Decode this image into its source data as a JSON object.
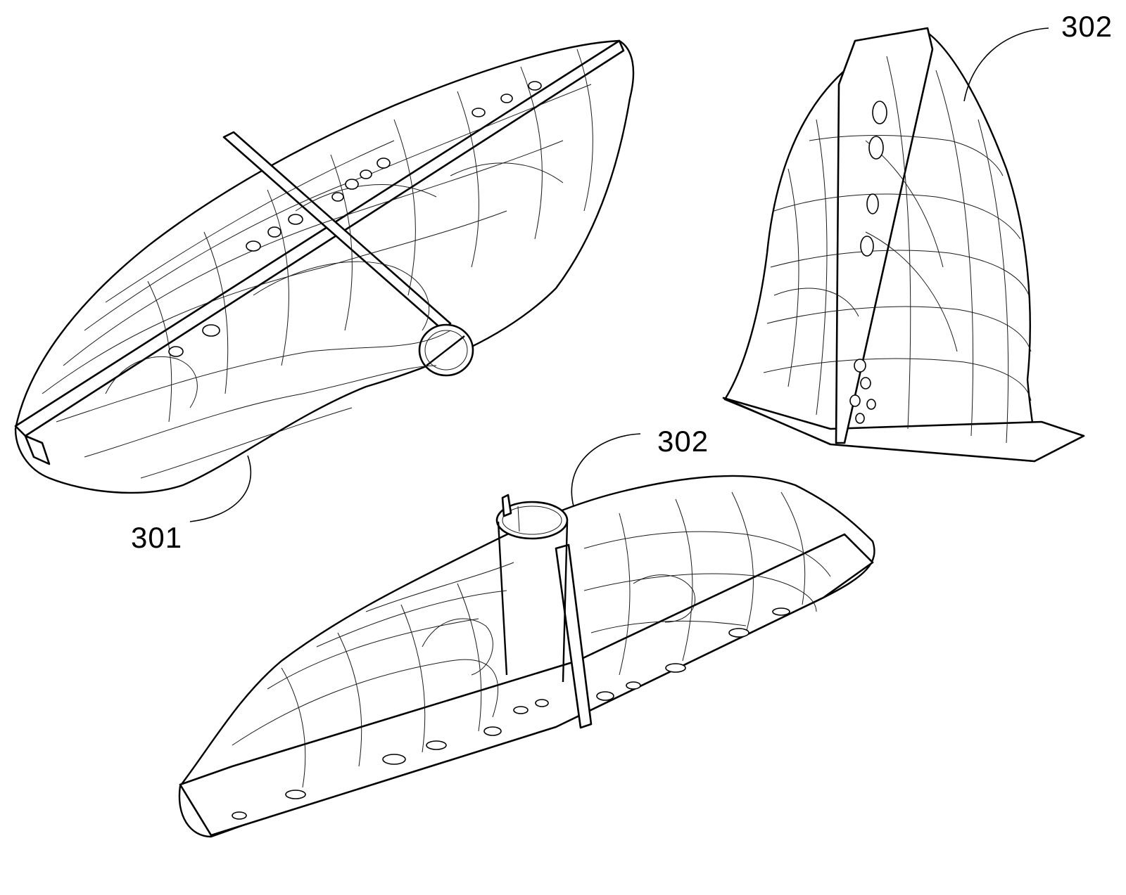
{
  "labels": {
    "part_301": "301",
    "part_302_top": "302",
    "part_302_bottom": "302"
  }
}
